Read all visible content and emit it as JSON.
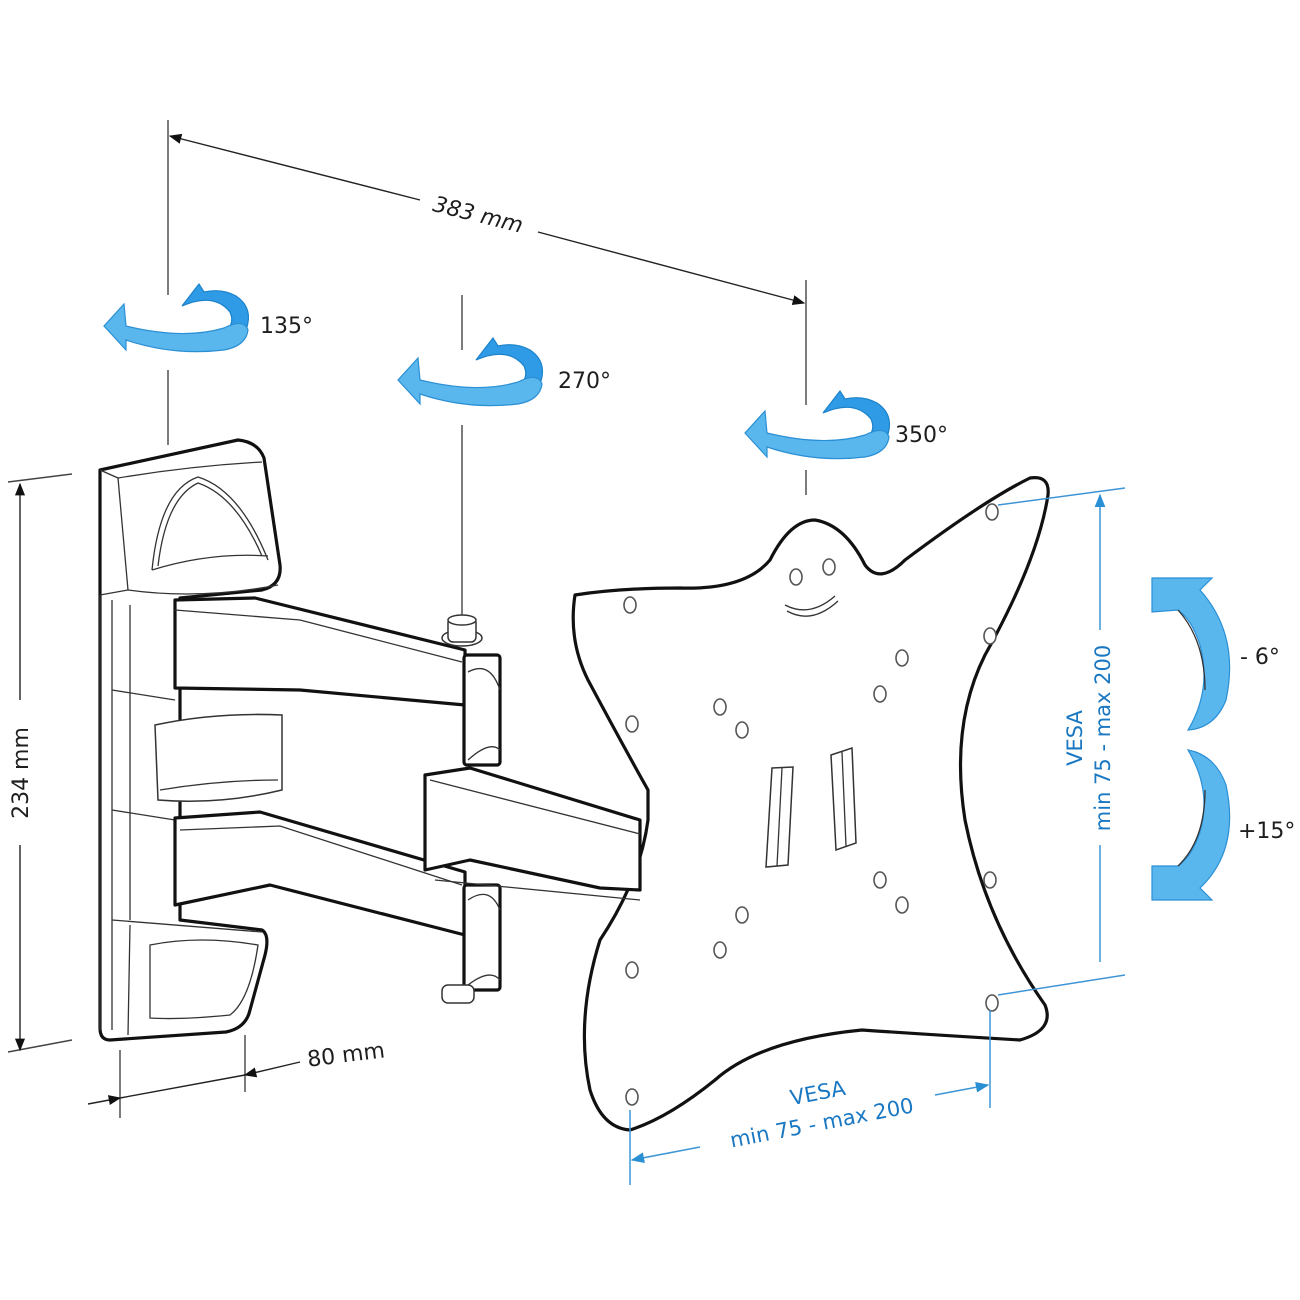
{
  "dimensions": {
    "arm_reach": "383 mm",
    "plate_height": "234 mm",
    "plate_depth": "80 mm"
  },
  "rotations": {
    "wall_pivot": "135°",
    "middle_pivot": "270°",
    "head_pivot": "350°"
  },
  "tilt": {
    "up": "- 6°",
    "down": "+15°"
  },
  "vesa": {
    "vertical": {
      "label": "VESA",
      "range": "min 75 - max 200"
    },
    "horizontal": {
      "label": "VESA",
      "range": "min 75 - max 200"
    }
  },
  "colors": {
    "accent": "#5ab7ee",
    "accent_dark": "#2f9be6",
    "vesa_text": "#1a78c2",
    "line": "#111111"
  }
}
